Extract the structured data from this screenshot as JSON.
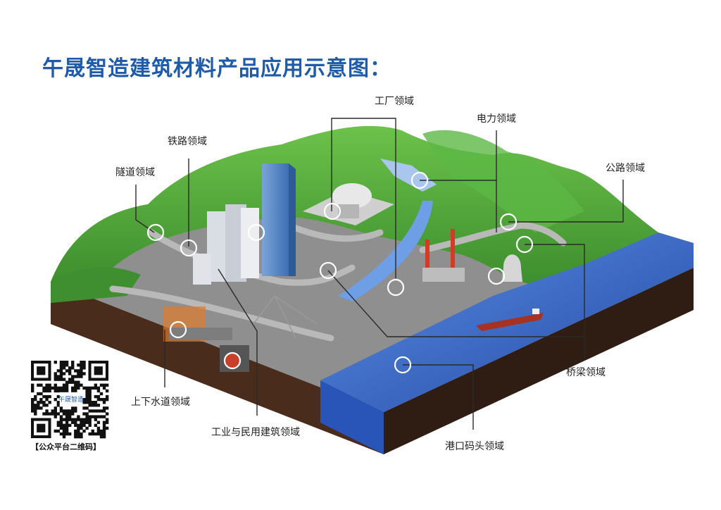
{
  "title": "午晟智造建筑材料产品应用示意图：",
  "labels": {
    "factory": "工厂领域",
    "power": "电力领域",
    "railway": "铁路领域",
    "tunnel": "隧道领域",
    "highway": "公路领域",
    "water": "上下水道领域",
    "building": "工业与民用建筑领域",
    "port": "港口码头领域",
    "bridge": "桥梁领域"
  },
  "qr": {
    "caption": "【公众平台二维码】",
    "logo_text": "午晟智造"
  },
  "colors": {
    "title": "#1f5ba8",
    "hill": "#4ea53a",
    "water": "#2f63c8",
    "soil": "#3b2418"
  }
}
